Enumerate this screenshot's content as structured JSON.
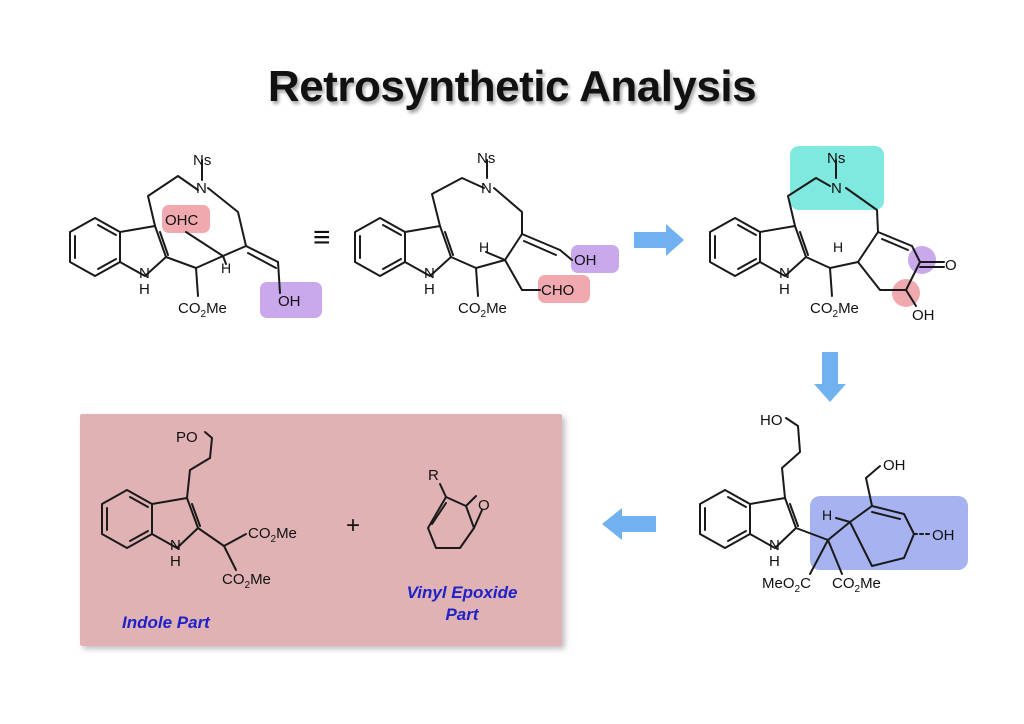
{
  "title": "Retrosynthetic Analysis",
  "colors": {
    "pink": "#f0a9ae",
    "purple": "#c9a8ec",
    "cyan": "#7fe9e0",
    "blue": "#a6b3f0",
    "arrow": "#6fb2ef",
    "panel": "#e0b2b4",
    "caption": "#1f22c9"
  },
  "labels": {
    "ns": "Ns",
    "n": "N",
    "nh_n": "N",
    "nh_h": "H",
    "h": "H",
    "co2me_pre": "CO",
    "co2me_sub": "2",
    "co2me_post": "Me",
    "meo2c_pre": "MeO",
    "meo2c_sub": "2",
    "meo2c_post": "C",
    "ohc": "OHC",
    "oh": "OH",
    "cho": "CHO",
    "ho": "HO",
    "o": "O",
    "po": "PO",
    "r": "R",
    "equiv": "≡",
    "plus": "+"
  },
  "captions": {
    "indole": "Indole Part",
    "epoxide_line1": "Vinyl Epoxide",
    "epoxide_line2": "Part"
  }
}
